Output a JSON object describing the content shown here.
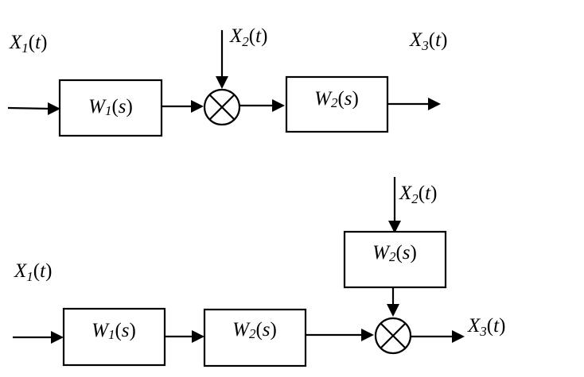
{
  "signals": {
    "x1": {
      "var": "X",
      "sub": "1",
      "arg": "t"
    },
    "x2": {
      "var": "X",
      "sub": "2",
      "arg": "t"
    },
    "x3": {
      "var": "X",
      "sub": "3",
      "arg": "t"
    }
  },
  "transfer_functions": {
    "w1": {
      "var": "W",
      "sub": "1",
      "arg": "s"
    },
    "w2": {
      "var": "W",
      "sub": "2",
      "arg": "s"
    }
  },
  "top_diagram": {
    "input_label": "x1",
    "blocks": [
      "w1",
      "w2"
    ],
    "summing_junction_disturbance": "x2",
    "output_label": "x3"
  },
  "bottom_diagram": {
    "input_label": "x1",
    "blocks": [
      "w1",
      "w2"
    ],
    "disturbance_block": "w2",
    "disturbance_label": "x2",
    "output_label": "x3"
  }
}
